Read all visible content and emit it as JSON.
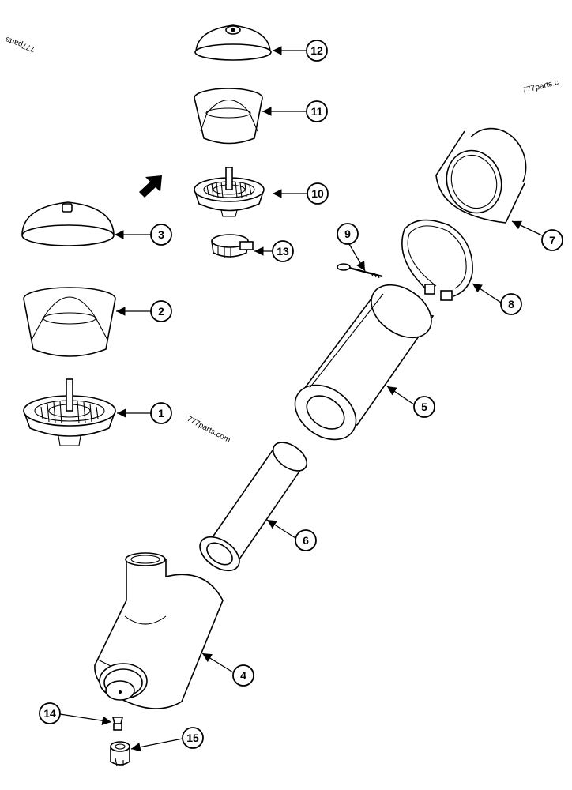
{
  "watermarks": [
    "777parts.c",
    "777parts.com",
    "777parts"
  ],
  "callouts": [
    "1",
    "2",
    "3",
    "4",
    "5",
    "6",
    "7",
    "8",
    "9",
    "10",
    "11",
    "12",
    "13",
    "14",
    "15"
  ]
}
